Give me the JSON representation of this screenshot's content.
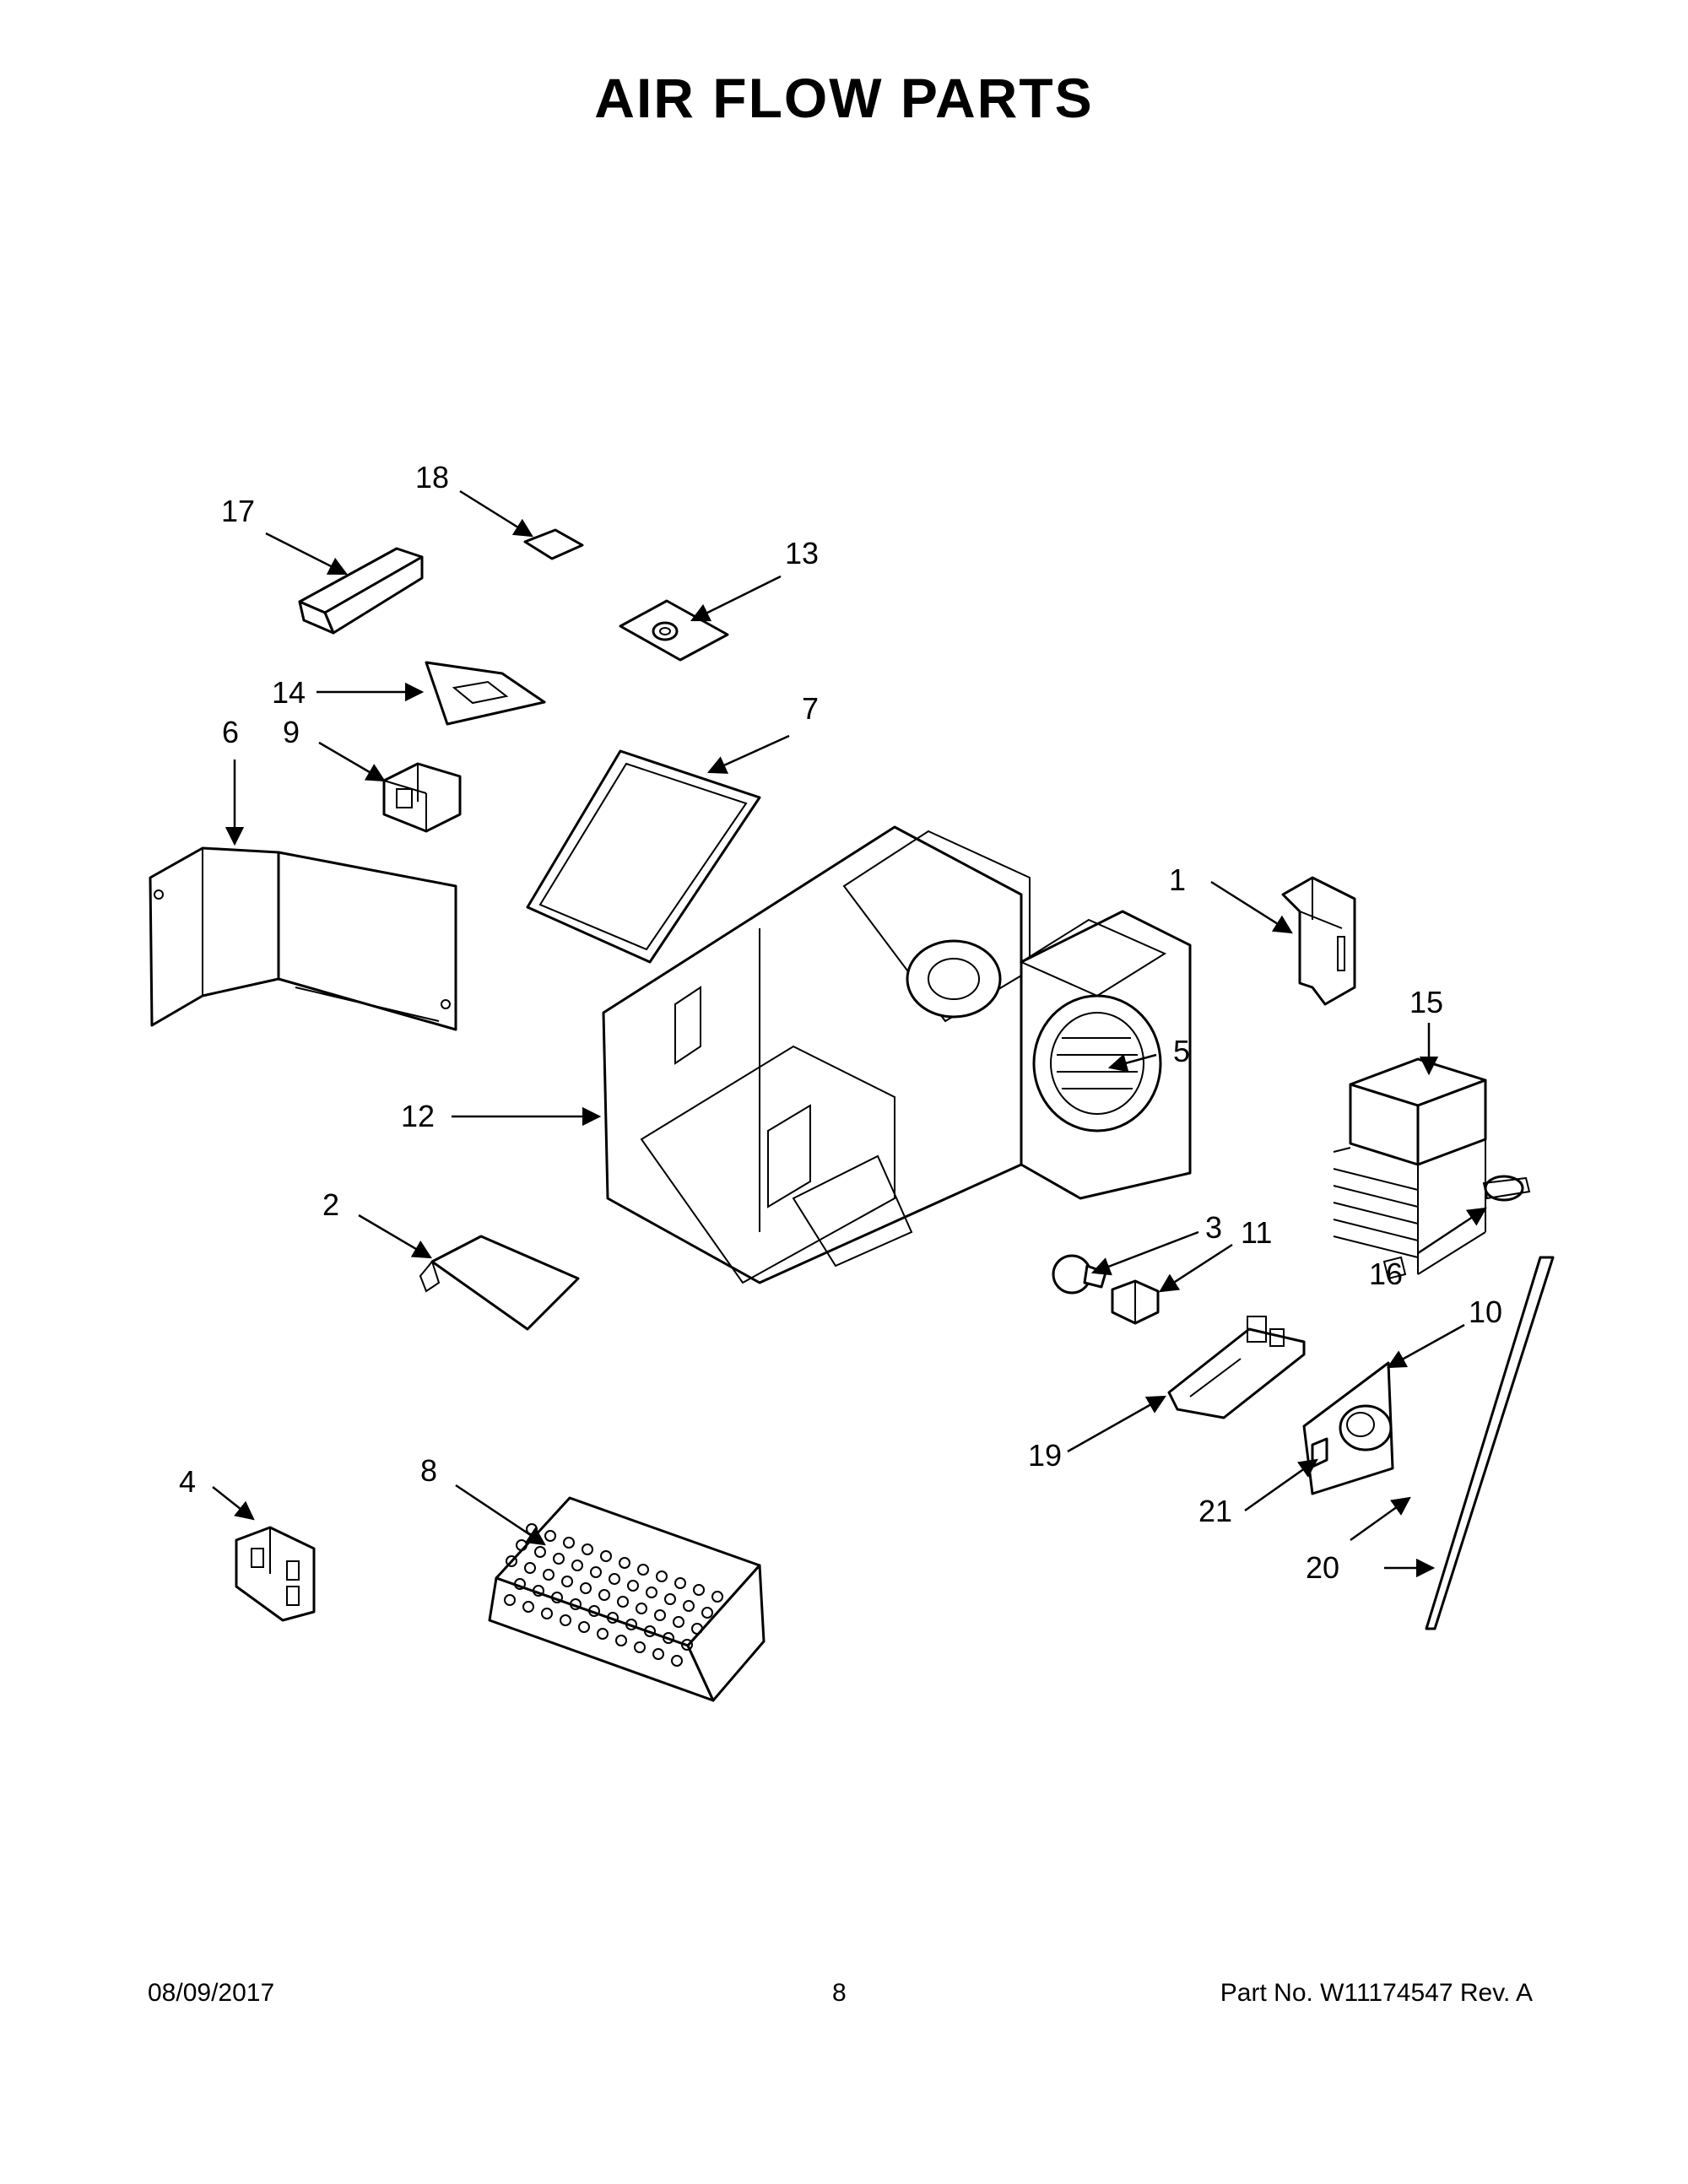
{
  "header": {
    "title": "AIR FLOW PARTS"
  },
  "footer": {
    "date": "08/09/2017",
    "page": "8",
    "part_no": "Part No.  W11174547  Rev.  A"
  },
  "callouts": [
    {
      "id": "c1",
      "label": "1"
    },
    {
      "id": "c2",
      "label": "2"
    },
    {
      "id": "c3",
      "label": "3"
    },
    {
      "id": "c4",
      "label": "4"
    },
    {
      "id": "c5",
      "label": "5"
    },
    {
      "id": "c6",
      "label": "6"
    },
    {
      "id": "c7",
      "label": "7"
    },
    {
      "id": "c8",
      "label": "8"
    },
    {
      "id": "c9",
      "label": "9"
    },
    {
      "id": "c10",
      "label": "10"
    },
    {
      "id": "c11",
      "label": "11"
    },
    {
      "id": "c12",
      "label": "12"
    },
    {
      "id": "c13",
      "label": "13"
    },
    {
      "id": "c14",
      "label": "14"
    },
    {
      "id": "c15",
      "label": "15"
    },
    {
      "id": "c16",
      "label": "16"
    },
    {
      "id": "c17",
      "label": "17"
    },
    {
      "id": "c18",
      "label": "18"
    },
    {
      "id": "c19",
      "label": "19"
    },
    {
      "id": "c20",
      "label": "20"
    },
    {
      "id": "c21",
      "label": "21"
    }
  ]
}
